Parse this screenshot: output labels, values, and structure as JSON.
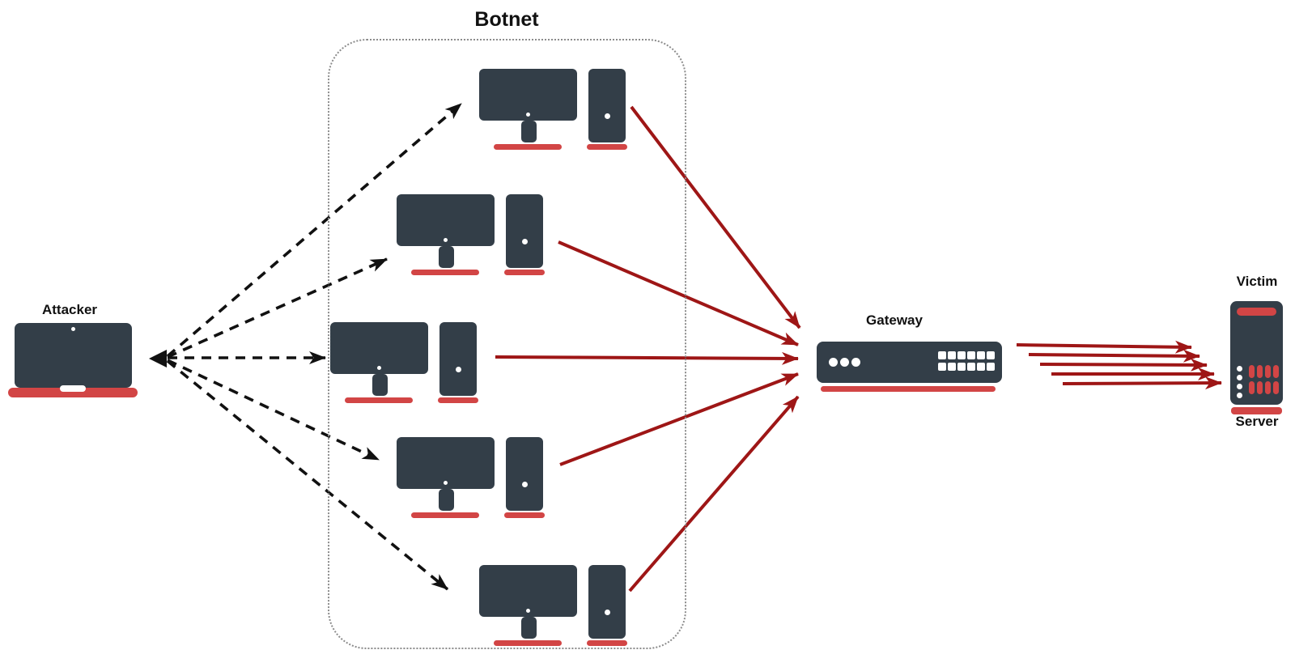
{
  "diagram": {
    "botnet_label": "Botnet",
    "attacker_label": "Attacker",
    "gateway_label": "Gateway",
    "victim_label": "Victim",
    "server_label": "Server",
    "bot_count": 5
  },
  "colors": {
    "device_dark": "#333e48",
    "accent_red": "#d24545",
    "attack_red": "#9e1616",
    "arrow_black": "#111111",
    "border_gray": "#8c8c8c",
    "label_color": "#111111"
  },
  "icons": {
    "attacker": "laptop-icon",
    "bots": "desktop-computer-icon",
    "gateway": "router-icon",
    "victim": "server-icon"
  }
}
